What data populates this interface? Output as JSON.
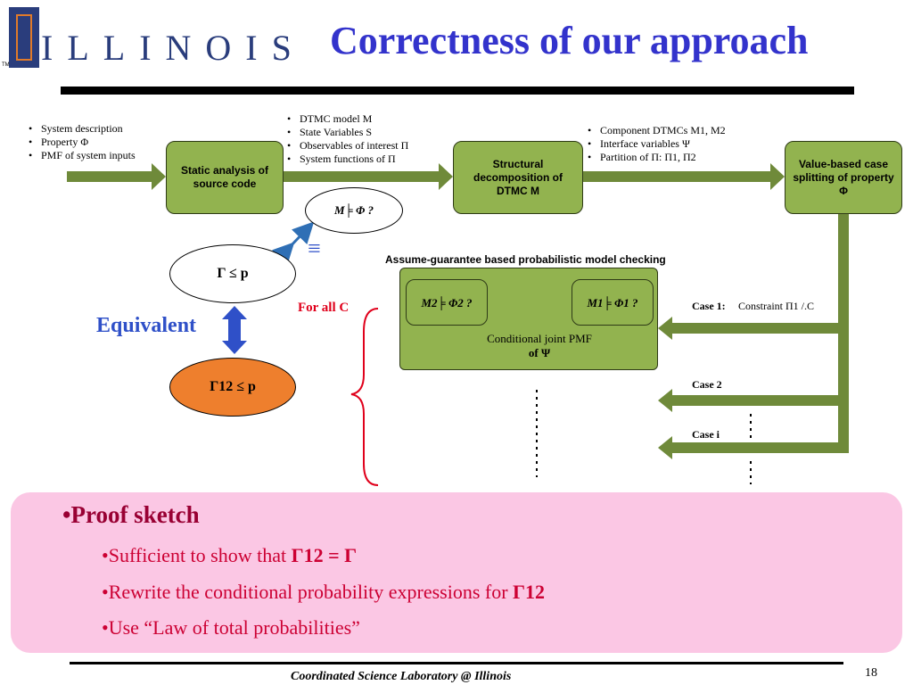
{
  "header": {
    "logo_text": "ILLINOIS",
    "tm": "TM",
    "title": "Correctness of our approach"
  },
  "flow": {
    "inputs": [
      "System description",
      "Property Φ",
      "PMF of system inputs"
    ],
    "step1": {
      "line1": "Static analysis of",
      "line2": "source code"
    },
    "outputs1": [
      "DTMC model M",
      "State Variables S",
      "Observables of interest Π",
      "System functions of Π"
    ],
    "step2": {
      "line1": "Structural",
      "line2": "decomposition of",
      "line3": "DTMC M"
    },
    "outputs2": [
      "Component DTMCs M1, M2",
      "Interface variables Ψ",
      "Partition of Π: Π1, Π2"
    ],
    "step3": {
      "line1": "Value-based case",
      "line2": "splitting of property",
      "line3": "Φ"
    }
  },
  "left": {
    "query": "M╞ Φ ?",
    "equiv_symbol": "≡",
    "gamma": "Γ ≤ p",
    "equivalent": "Equivalent",
    "gamma12": "Γ12 ≤ p",
    "for_all": "For all C"
  },
  "ag": {
    "title": "Assume-guarantee based probabilistic model checking",
    "left_query": "M2╞ Φ2 ?",
    "right_query": "M1╞ Φ1 ?",
    "pmf_line1": "Conditional joint PMF",
    "pmf_line2": "of Ψ"
  },
  "cases": {
    "case1_label": "Case 1:",
    "case1_constraint": "Constraint Π1 /.C",
    "case2": "Case 2",
    "casei": "Case i"
  },
  "proof": {
    "heading": "•Proof sketch",
    "b1_prefix": "•Sufficient to show that ",
    "b1_math": "Γ12 = Γ",
    "b2_prefix": "•Rewrite the conditional probability expressions for ",
    "b2_math": "Γ12",
    "b3": "•Use “Law of total probabilities”"
  },
  "footer": {
    "lab": "Coordinated Science Laboratory @ Illinois",
    "page": "18"
  },
  "colors": {
    "title_blue": "#3333cc",
    "box_green": "#92b34f",
    "arrow_green": "#6f8a3a",
    "gamma12_orange": "#ee7f2d",
    "equiv_blue": "#2f50c8",
    "for_all_red": "#e0001b",
    "pink_panel": "#fbc7e4"
  }
}
